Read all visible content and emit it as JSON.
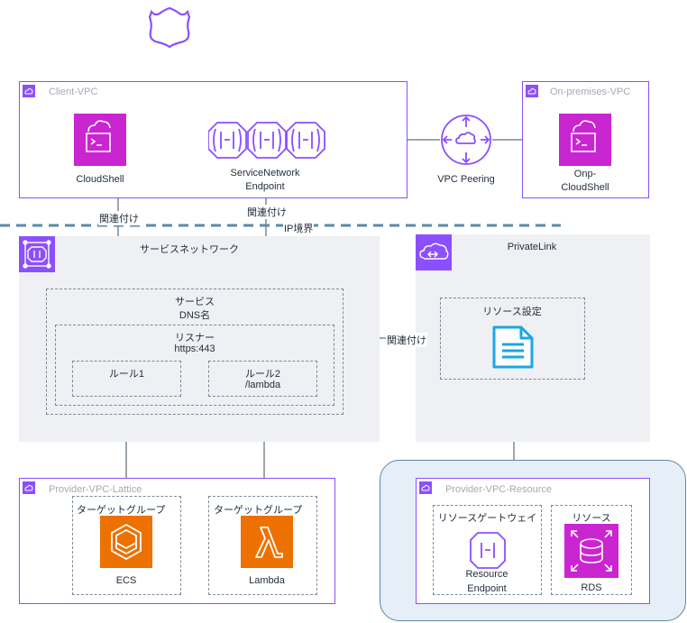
{
  "client_vpc": {
    "label": "Client-VPC",
    "cloudshell_label": "CloudShell",
    "endpoint_label_1": "ServiceNetwork",
    "endpoint_label_2": "Endpoint"
  },
  "onprem_vpc": {
    "label": "On-premises-VPC",
    "cloudshell_label_1": "Onp-",
    "cloudshell_label_2": "CloudShell"
  },
  "vpc_peering": {
    "label": "VPC Peering"
  },
  "associations": {
    "left": "関連付け",
    "right": "関連付け",
    "middle": "関連付け"
  },
  "ip_boundary": "IP境界",
  "service_network": {
    "title": "サービスネットワーク",
    "service_label_1": "サービス",
    "service_label_2": "DNS名",
    "listener_label_1": "リスナー",
    "listener_label_2": "https:443",
    "rule1": "ルール1",
    "rule2_line1": "ルール2",
    "rule2_line2": "/lambda"
  },
  "privatelink": {
    "title": "PrivateLink",
    "resource_config": "リソース設定"
  },
  "provider_lattice": {
    "label": "Provider-VPC-Lattice",
    "tg1_label": "ターゲットグループ",
    "ecs_label": "ECS",
    "tg2_label": "ターゲットグループ",
    "lambda_label": "Lambda"
  },
  "provider_resource": {
    "label": "Provider-VPC-Resource",
    "gateway_label": "リソースゲートウェイ",
    "endpoint_label_1": "Resource",
    "endpoint_label_2": "Endpoint",
    "resource_label": "リソース",
    "rds_label": "RDS"
  },
  "colors": {
    "vpc_border": "#8c4fff",
    "management": "#c925d1",
    "compute": "#ed7100",
    "database": "#c925d1",
    "doc": "#1ba7e3",
    "region_bg": "#eef0f3",
    "resource_bg": "#e6eef8",
    "boundary": "#5a8aa8"
  },
  "icons": [
    "shield-icon",
    "vpc-icon",
    "cloudshell-icon",
    "endpoint-icon",
    "vpc-peering-icon",
    "service-network-icon",
    "privatelink-icon",
    "document-icon",
    "ecs-icon",
    "lambda-icon",
    "rds-icon"
  ]
}
